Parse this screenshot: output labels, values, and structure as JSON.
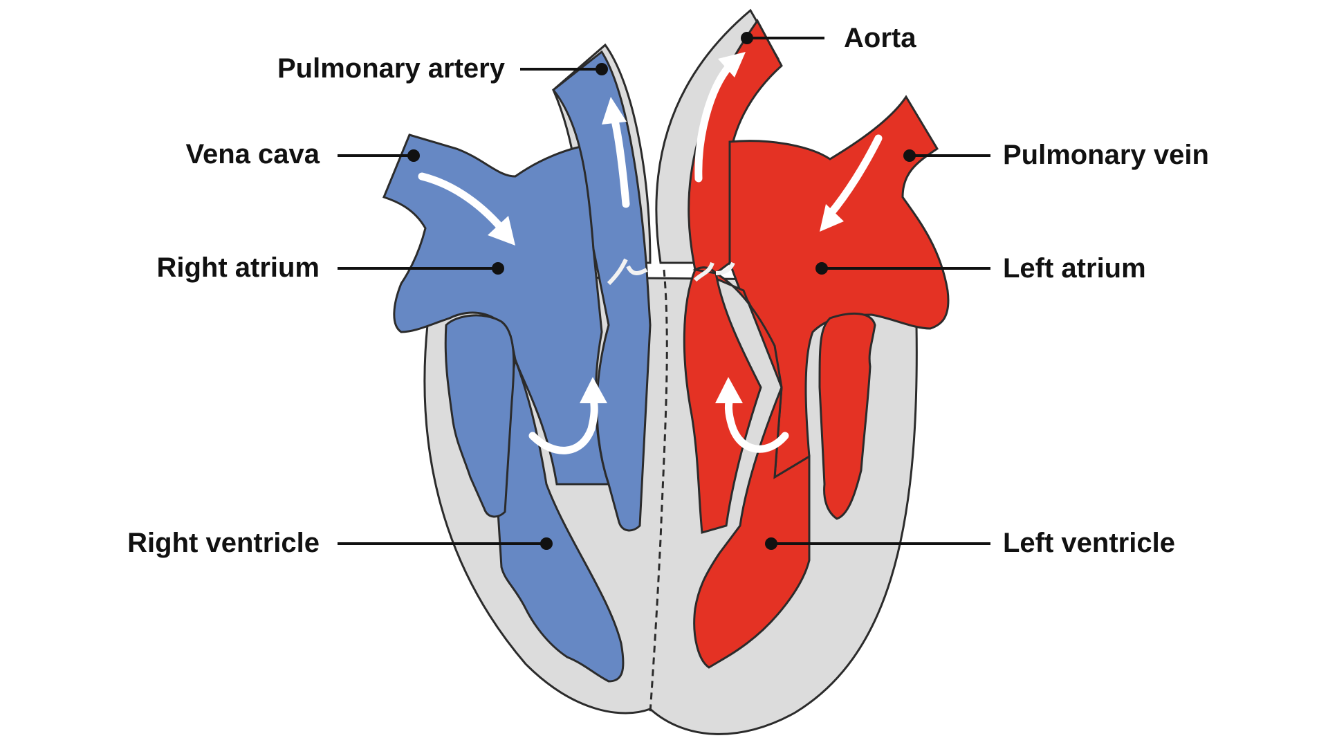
{
  "labels": {
    "aorta": "Aorta",
    "pulmonary_artery": "Pulmonary artery",
    "vena_cava": "Vena cava",
    "pulmonary_vein": "Pulmonary vein",
    "right_atrium": "Right atrium",
    "left_atrium": "Left atrium",
    "right_ventricle": "Right ventricle",
    "left_ventricle": "Left ventricle"
  },
  "colors": {
    "deoxygenated_blood": "#6688c4",
    "oxygenated_blood": "#e43224",
    "heart_wall": "#dcdcdc",
    "flow_arrows": "#ffffff",
    "label_text": "#111111"
  }
}
